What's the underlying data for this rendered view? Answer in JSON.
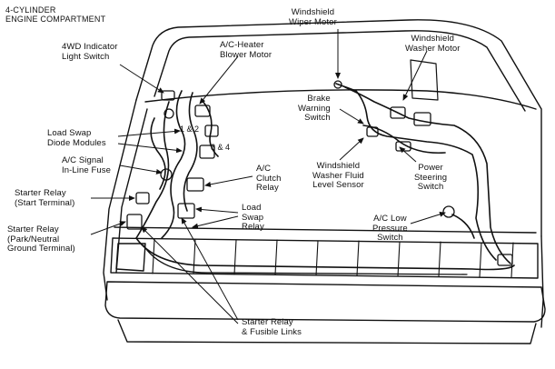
{
  "header": {
    "line1": "4-CYLINDER",
    "line2": "ENGINE COMPARTMENT"
  },
  "callouts": {
    "wiper_motor": [
      "Windshield",
      "Wiper Motor"
    ],
    "washer_motor": [
      "Windshield",
      "Washer Motor"
    ],
    "fourwd_switch": [
      "4WD Indicator",
      "Light Switch"
    ],
    "blower_motor": [
      "A/C-Heater",
      "Blower Motor"
    ],
    "brake_switch": [
      "Brake",
      "Warning",
      "Switch"
    ],
    "load_swap_diodes": [
      "Load Swap",
      "Diode Modules"
    ],
    "ac_signal_fuse": [
      "A/C Signal",
      "In-Line Fuse"
    ],
    "washer_fluid_sensor": [
      "Windshield",
      "Washer Fluid",
      "Level Sensor"
    ],
    "power_steering_switch": [
      "Power",
      "Steering",
      "Switch"
    ],
    "ac_clutch_relay": [
      "A/C",
      "Clutch",
      "Relay"
    ],
    "starter_relay_start": [
      "Starter Relay",
      "(Start Terminal)"
    ],
    "load_swap_relay": [
      "Load",
      "Swap",
      "Relay"
    ],
    "ac_low_pressure": [
      "A/C Low",
      "Pressure",
      "Switch"
    ],
    "starter_relay_park": [
      "Starter Relay",
      "(Park/Neutral",
      "Ground Terminal)"
    ],
    "starter_fusible": [
      "Starter Relay",
      "& Fusible Links"
    ]
  },
  "connector_numbers": {
    "one_two": "1 & 2",
    "three_four": "3 & 4"
  }
}
